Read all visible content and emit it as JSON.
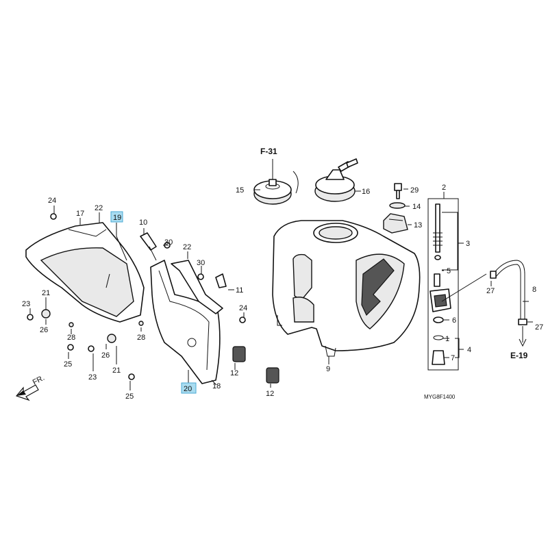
{
  "refs": {
    "f31": "F-31",
    "e19": "E-19",
    "front": "FR."
  },
  "diagram_code": "MYG8F1400",
  "callouts": {
    "c1": "1",
    "c2": "2",
    "c3": "3",
    "c4": "4",
    "c5": "5",
    "c6": "6",
    "c7": "7",
    "c8": "8",
    "c9": "9",
    "c10": "10",
    "c11": "11",
    "c12a": "12",
    "c12b": "12",
    "c13": "13",
    "c14": "14",
    "c15": "15",
    "c16": "16",
    "c17": "17",
    "c18": "18",
    "c19": "19",
    "c20": "20",
    "c21a": "21",
    "c21b": "21",
    "c22a": "22",
    "c22b": "22",
    "c23a": "23",
    "c23b": "23",
    "c24a": "24",
    "c24b": "24",
    "c25a": "25",
    "c25b": "25",
    "c26a": "26",
    "c26b": "26",
    "c27a": "27",
    "c27b": "27",
    "c28a": "28",
    "c28b": "28",
    "c29": "29",
    "c30a": "30",
    "c30b": "30"
  },
  "highlighted": [
    "19",
    "20"
  ],
  "colors": {
    "highlight": "#a9dcf0",
    "line": "#111111"
  }
}
